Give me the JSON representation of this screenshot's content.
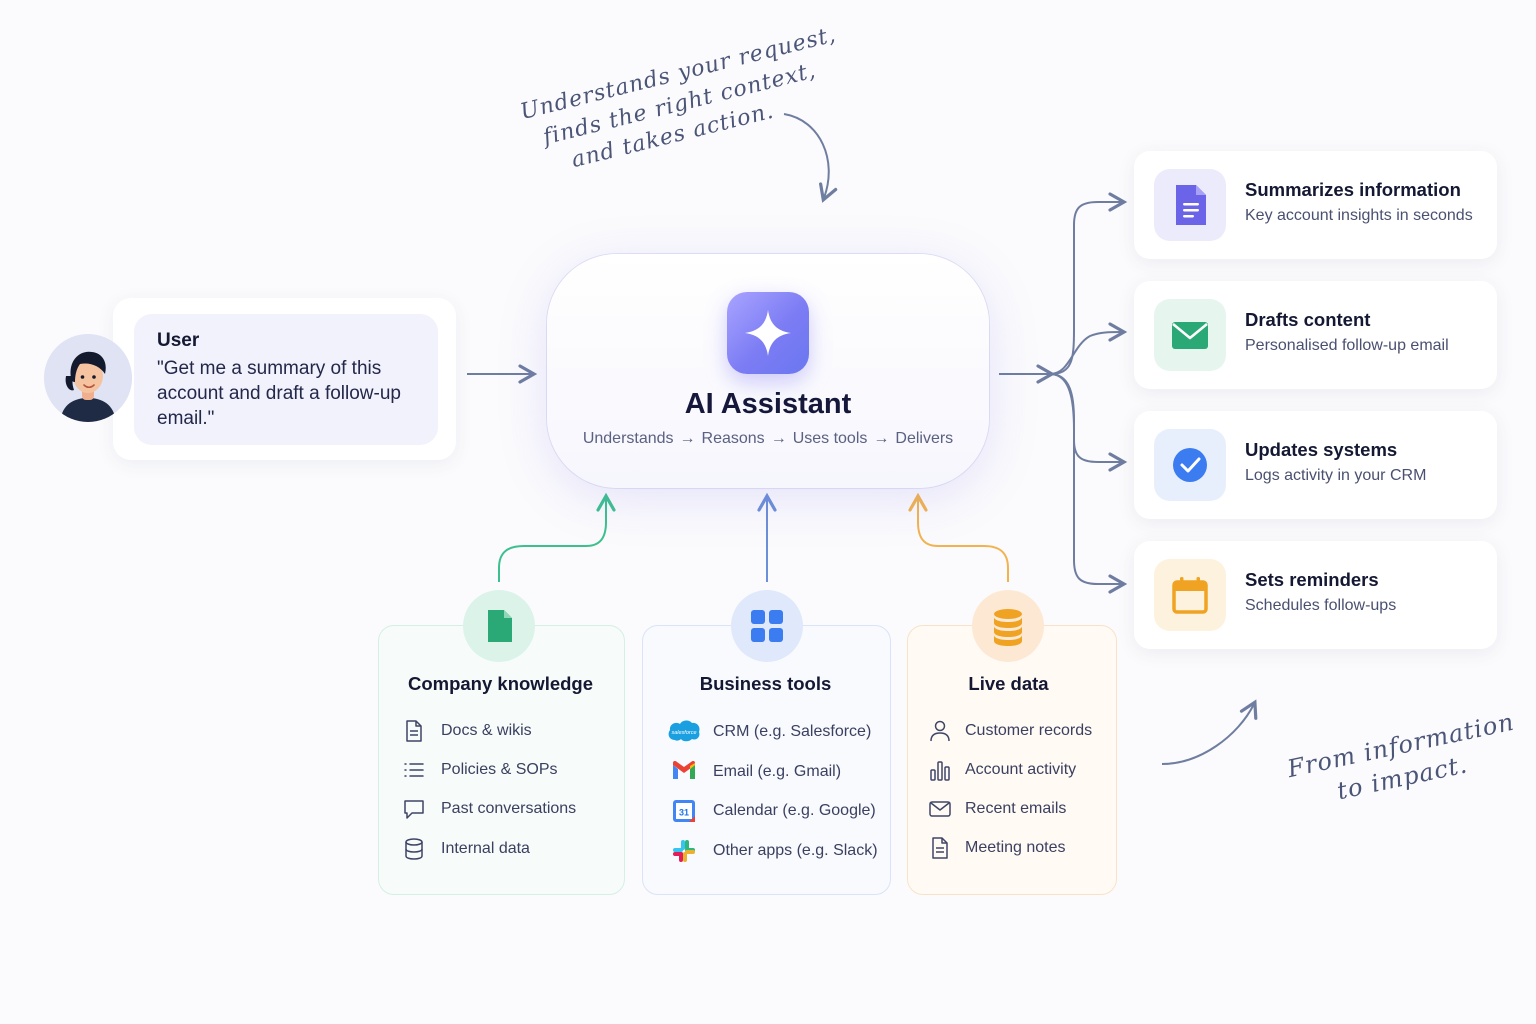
{
  "annotations": {
    "top_note": [
      "Understands your request,",
      "finds the right context,",
      "and takes action."
    ],
    "bottom_note": [
      "From information",
      "to impact."
    ]
  },
  "user": {
    "title": "User",
    "quote": "\"Get me a summary of this account and draft a follow-up email.\""
  },
  "assistant": {
    "title": "AI Assistant",
    "flow": [
      "Understands",
      "Reasons",
      "Uses tools",
      "Delivers"
    ],
    "arrow": "→"
  },
  "outputs": [
    {
      "title": "Summarizes information",
      "subtitle": "Key account insights in seconds",
      "icon": "document-icon",
      "color": "#6b63e8"
    },
    {
      "title": "Drafts content",
      "subtitle": "Personalised follow-up email",
      "icon": "mail-icon",
      "color": "#2aa876"
    },
    {
      "title": "Updates systems",
      "subtitle": "Logs activity in your CRM",
      "icon": "check-circle-icon",
      "color": "#3b7cf0"
    },
    {
      "title": "Sets reminders",
      "subtitle": "Schedules follow-ups",
      "icon": "calendar-icon",
      "color": "#f0a323"
    }
  ],
  "sources": [
    {
      "title": "Company knowledge",
      "icon": "file-icon",
      "color": "#2aa876",
      "items": [
        {
          "label": "Docs & wikis",
          "icon": "doc-icon"
        },
        {
          "label": "Policies & SOPs",
          "icon": "list-icon"
        },
        {
          "label": "Past conversations",
          "icon": "chat-icon"
        },
        {
          "label": "Internal data",
          "icon": "database-icon"
        }
      ]
    },
    {
      "title": "Business tools",
      "icon": "grid-icon",
      "color": "#3b7cf0",
      "items": [
        {
          "label": "CRM (e.g. Salesforce)",
          "icon": "salesforce-icon",
          "badge": "salesforce"
        },
        {
          "label": "Email (e.g. Gmail)",
          "icon": "gmail-icon"
        },
        {
          "label": "Calendar (e.g. Google)",
          "icon": "google-calendar-icon",
          "badge": "31"
        },
        {
          "label": "Other apps (e.g. Slack)",
          "icon": "slack-icon"
        }
      ]
    },
    {
      "title": "Live data",
      "icon": "database-stack-icon",
      "color": "#f0a323",
      "items": [
        {
          "label": "Customer records",
          "icon": "person-icon"
        },
        {
          "label": "Account activity",
          "icon": "bar-chart-icon"
        },
        {
          "label": "Recent emails",
          "icon": "envelope-icon"
        },
        {
          "label": "Meeting notes",
          "icon": "notes-icon"
        }
      ]
    }
  ]
}
